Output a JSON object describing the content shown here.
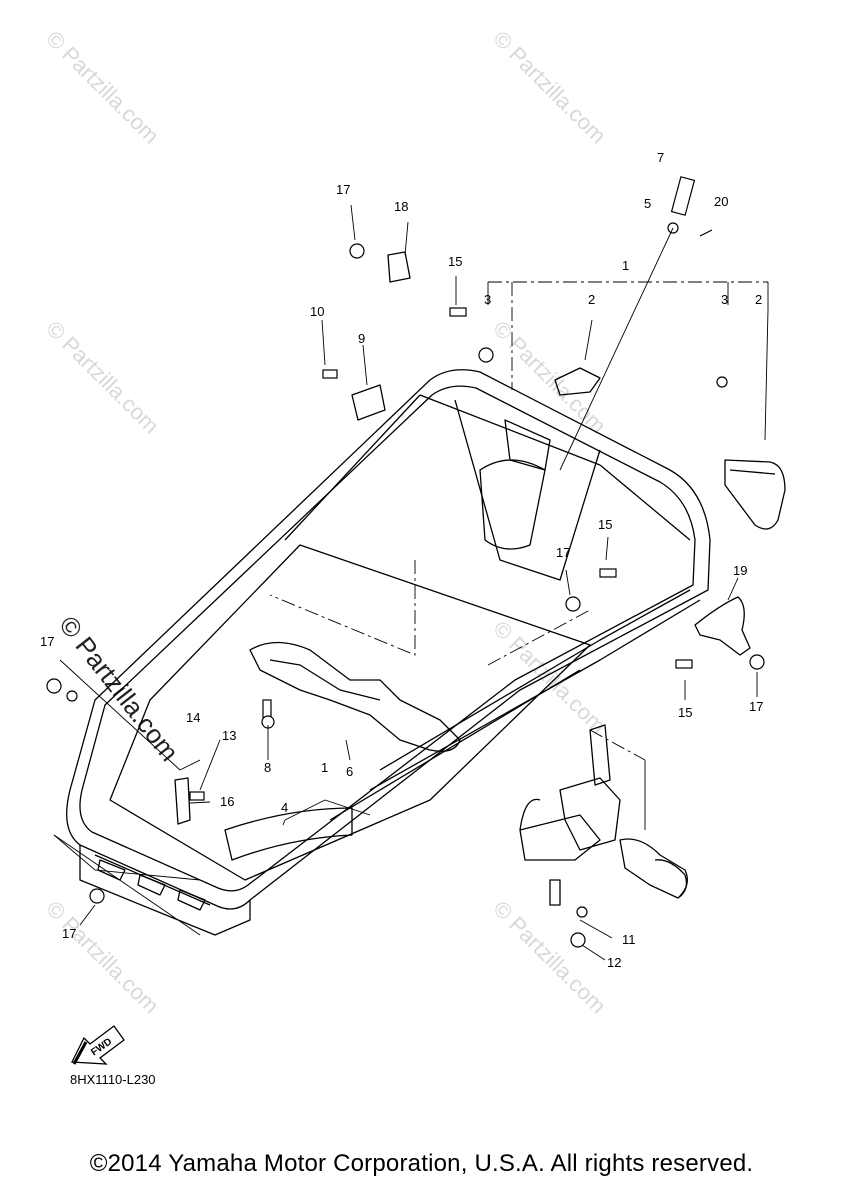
{
  "callouts": [
    "1",
    "1",
    "2",
    "2",
    "3",
    "3",
    "4",
    "5",
    "6",
    "7",
    "8",
    "9",
    "10",
    "11",
    "12",
    "13",
    "14",
    "15",
    "15",
    "15",
    "16",
    "17",
    "17",
    "17",
    "17",
    "17",
    "18",
    "19",
    "20"
  ],
  "watermark": "© Partzilla.com",
  "diagram_code": "8HX1110-L230",
  "fwd_label": "FWD",
  "copyright": "©2014 Yamaha Motor Corporation, U.S.A. All rights reserved."
}
